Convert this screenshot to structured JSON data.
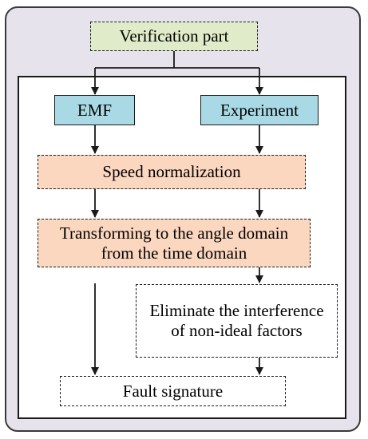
{
  "diagram": {
    "nodes": {
      "verification": "Verification part",
      "emf": "EMF",
      "experiment": "Experiment",
      "speed_norm": "Speed normalization",
      "transform": "Transforming to the angle domain from the time domain",
      "eliminate": "Eliminate the interference of non-ideal factors",
      "fault": "Fault signature"
    },
    "edges": [
      [
        "verification",
        "emf"
      ],
      [
        "verification",
        "experiment"
      ],
      [
        "emf",
        "speed_norm"
      ],
      [
        "experiment",
        "speed_norm"
      ],
      [
        "speed_norm",
        "transform"
      ],
      [
        "transform",
        "eliminate"
      ],
      [
        "transform",
        "fault"
      ],
      [
        "eliminate",
        "fault"
      ]
    ],
    "colors": {
      "outer_background": "#e6e3ec",
      "verification_fill": "#e0ecc9",
      "source_fill": "#a9d9e4",
      "process_fill": "#fbd7c0",
      "line": "#1a1a1a"
    }
  }
}
